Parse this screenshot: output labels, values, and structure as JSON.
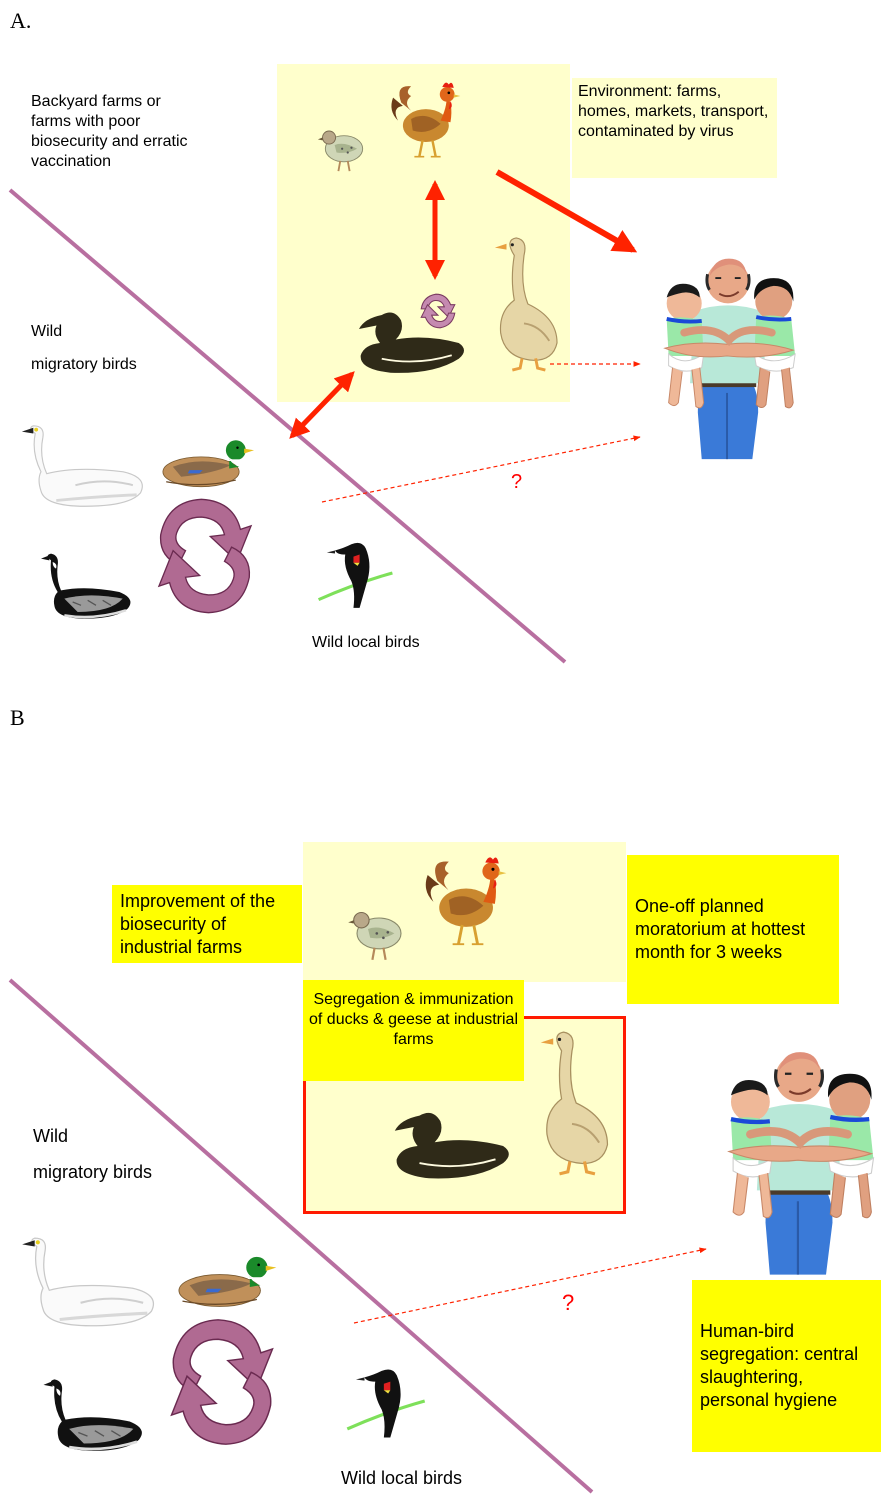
{
  "panel_a": {
    "label": "A.",
    "backyard_text": "Backyard farms or farms with poor biosecurity and erratic vaccination",
    "environment_text": "Environment: farms, homes, markets, transport, contaminated by virus",
    "wild_migratory": [
      "Wild",
      "migratory birds"
    ],
    "wild_local": "Wild local birds",
    "question_mark": "?"
  },
  "panel_b": {
    "label": "B",
    "biosecurity_text": "Improvement of the biosecurity of industrial farms",
    "moratorium_text": "One-off planned moratorium at hottest month for 3 weeks",
    "segregation_text": "Segregation & immunization of ducks & geese at industrial farms",
    "human_bird_text": "Human-bird segregation: central slaughtering, personal hygiene",
    "wild_migratory": [
      "Wild",
      "migratory birds"
    ],
    "wild_local": "Wild local birds",
    "question_mark": "?"
  },
  "colors": {
    "pale_yellow": "#ffffcc",
    "bright_yellow": "#ffff00",
    "arrow_red": "#ff2200",
    "divider_mauve": "#b86fa0",
    "cycle_mauve": "#b06a92"
  },
  "icons": [
    "quail-icon",
    "rooster-icon",
    "duck-silhouette-icon",
    "goose-icon",
    "swan-icon",
    "mallard-icon",
    "canada-goose-icon",
    "blackbird-icon",
    "human-family-icon",
    "cycle-arrows-icon"
  ]
}
